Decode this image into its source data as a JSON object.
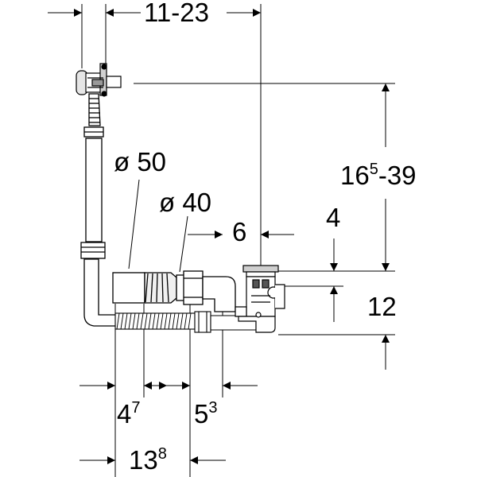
{
  "dimensions": {
    "top_width": "11-23",
    "riser_height": "16",
    "riser_height_sup": "5",
    "riser_height_rest": "-39",
    "outlet_diameter": "ø 50",
    "trap_diameter": "ø 40",
    "overflow_offset": "6",
    "overflow_drop": "4",
    "outlet_height": "12",
    "outlet_len_a": "4",
    "outlet_len_a_sup": "7",
    "outlet_len_b": "5",
    "outlet_len_b_sup": "3",
    "total_len": "13",
    "total_len_sup": "8"
  }
}
